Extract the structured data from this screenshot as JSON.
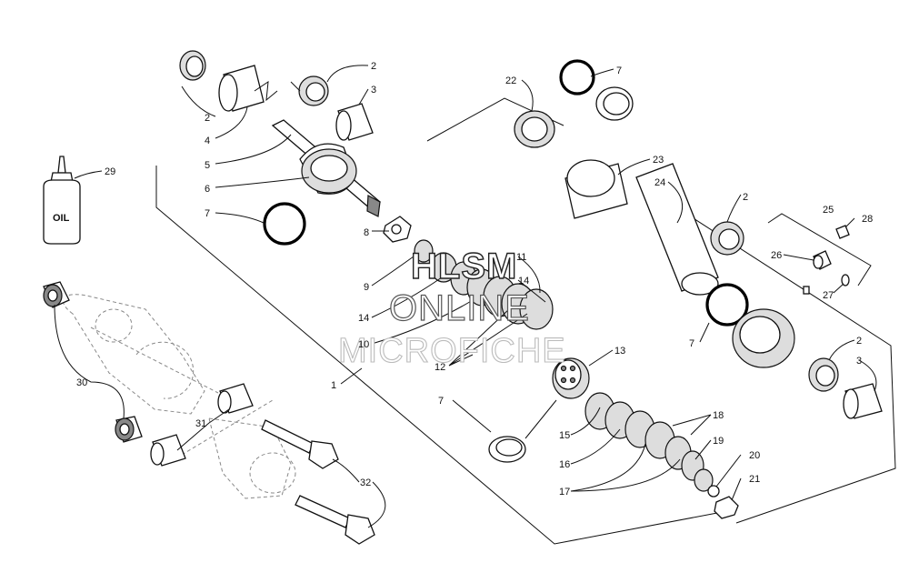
{
  "oil_bottle": {
    "label": "OIL"
  },
  "watermark": {
    "line1": "HLSM",
    "line2": "ONLINE",
    "line3": "MICROFICHE"
  },
  "callouts": {
    "n1": "1",
    "n2a": "2",
    "n2b": "2",
    "n2c": "2",
    "n2d": "2",
    "n3a": "3",
    "n3b": "3",
    "n4": "4",
    "n5": "5",
    "n6": "6",
    "n7a": "7",
    "n7b": "7",
    "n7c": "7",
    "n7d": "7",
    "n8": "8",
    "n9": "9",
    "n10": "10",
    "n11": "11",
    "n12": "12",
    "n13": "13",
    "n14a": "14",
    "n14b": "14",
    "n15": "15",
    "n16": "16",
    "n17": "17",
    "n18": "18",
    "n19": "19",
    "n20": "20",
    "n21": "21",
    "n22": "22",
    "n23": "23",
    "n24": "24",
    "n25": "25",
    "n26": "26",
    "n27": "27",
    "n28": "28",
    "n29": "29",
    "n30": "30",
    "n31": "31",
    "n32": "32"
  }
}
